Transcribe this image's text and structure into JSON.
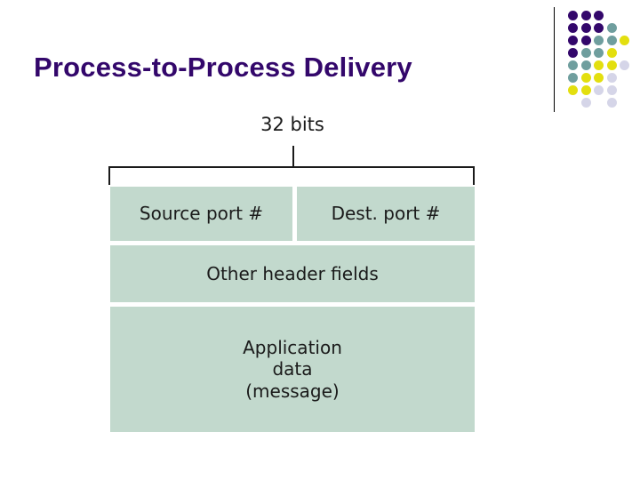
{
  "slide": {
    "title": "Process-to-Process Delivery",
    "title_color": "#33076b",
    "background": "#ffffff"
  },
  "decor": {
    "name": "dot-grid-motif",
    "rule_color": "#000000",
    "palette": {
      "purple": "#33076b",
      "teal": "#6f9e9e",
      "yellow": "#e3df0f",
      "lavender": "#d5d5e8"
    },
    "grid": [
      [
        "purple",
        "purple",
        "purple",
        null,
        null
      ],
      [
        "purple",
        "purple",
        "purple",
        "teal",
        null
      ],
      [
        "purple",
        "purple",
        "teal",
        "teal",
        "yellow"
      ],
      [
        "purple",
        "teal",
        "teal",
        "yellow",
        null
      ],
      [
        "teal",
        "teal",
        "yellow",
        "yellow",
        "lavender"
      ],
      [
        "teal",
        "yellow",
        "yellow",
        "lavender",
        null
      ],
      [
        "yellow",
        "yellow",
        "lavender",
        "lavender",
        null
      ],
      [
        null,
        "lavender",
        null,
        "lavender",
        null
      ]
    ]
  },
  "diagram": {
    "name": "udp-segment-structure",
    "width_label": "32 bits",
    "cell_color": "#c2d9cd",
    "rows": [
      {
        "name": "port-row",
        "cells": [
          {
            "name": "source-port-cell",
            "label": "Source port #"
          },
          {
            "name": "dest-port-cell",
            "label": "Dest. port #"
          }
        ]
      },
      {
        "name": "other-header-row",
        "cells": [
          {
            "name": "other-header-fields-cell",
            "label": "Other header fields"
          }
        ]
      },
      {
        "name": "payload-row",
        "cells": [
          {
            "name": "application-data-cell",
            "lines": [
              "Application",
              "data",
              "(message)"
            ]
          }
        ]
      }
    ]
  }
}
